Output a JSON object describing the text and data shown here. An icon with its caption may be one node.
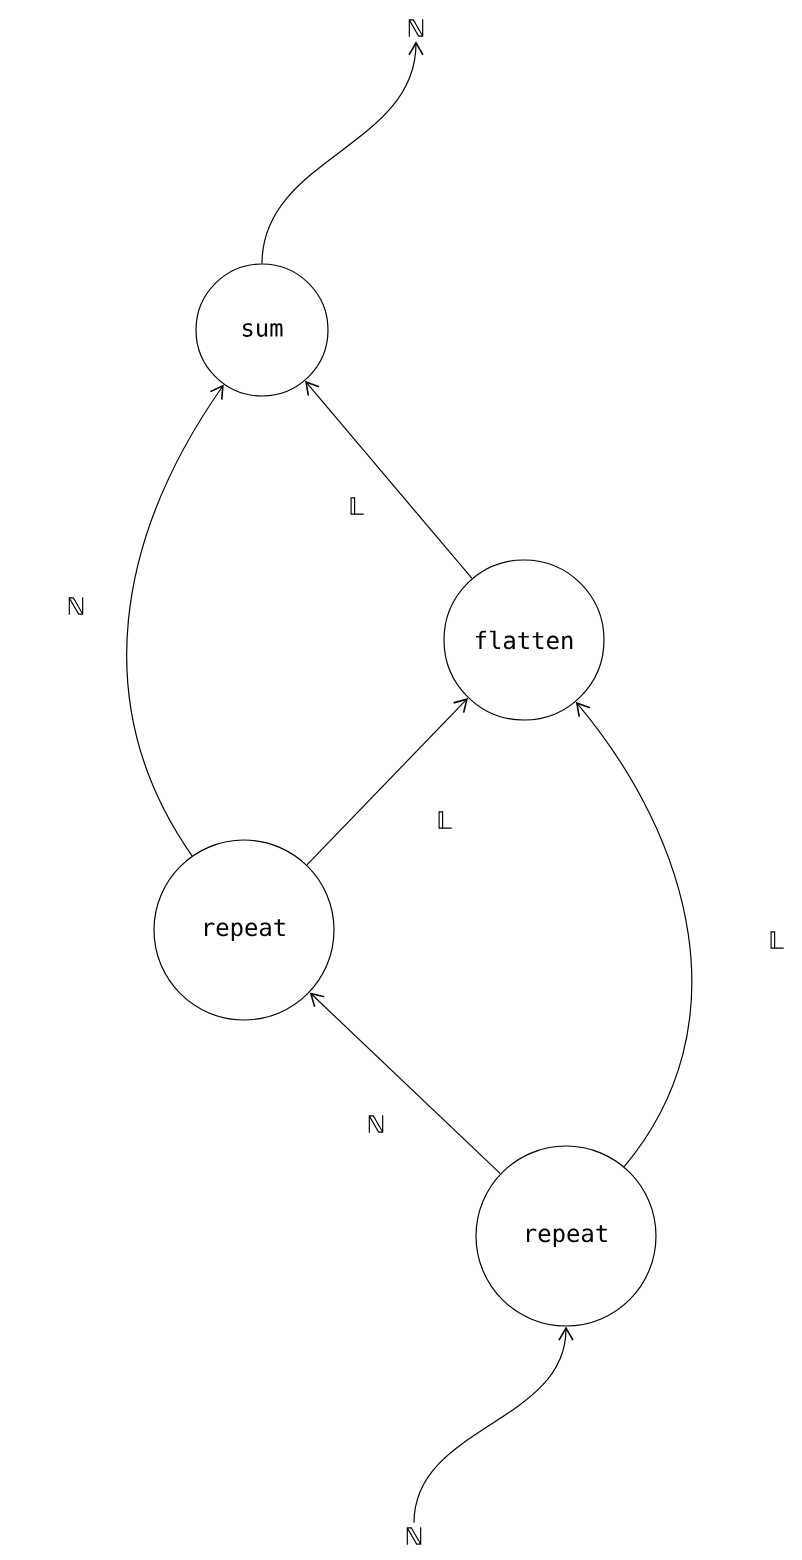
{
  "diagram": {
    "nodes": [
      {
        "text": [
          "ℕ"
        ]
      },
      {
        "text": [
          "sum"
        ]
      },
      {
        "text": [
          "flatten"
        ]
      },
      {
        "text": [
          "repeat"
        ]
      },
      {
        "text": [
          "repeat"
        ]
      },
      {
        "text": [
          "ℕ"
        ]
      }
    ],
    "edges": [
      {
        "from": 1,
        "to": 0,
        "arrow": "to"
      },
      {
        "from": 3,
        "to": 1,
        "arrow": "to",
        "label": "ℕ"
      },
      {
        "from": 2,
        "to": 1,
        "arrow": "to",
        "label": "𝕃"
      },
      {
        "from": 3,
        "to": 2,
        "arrow": "to",
        "label": "𝕃"
      },
      {
        "from": 4,
        "to": 3,
        "arrow": "to",
        "label": "ℕ"
      },
      {
        "from": 4,
        "to": 2,
        "arrow": "to",
        "label": "𝕃"
      },
      {
        "from": 5,
        "to": 4,
        "arrow": "to"
      }
    ]
  }
}
